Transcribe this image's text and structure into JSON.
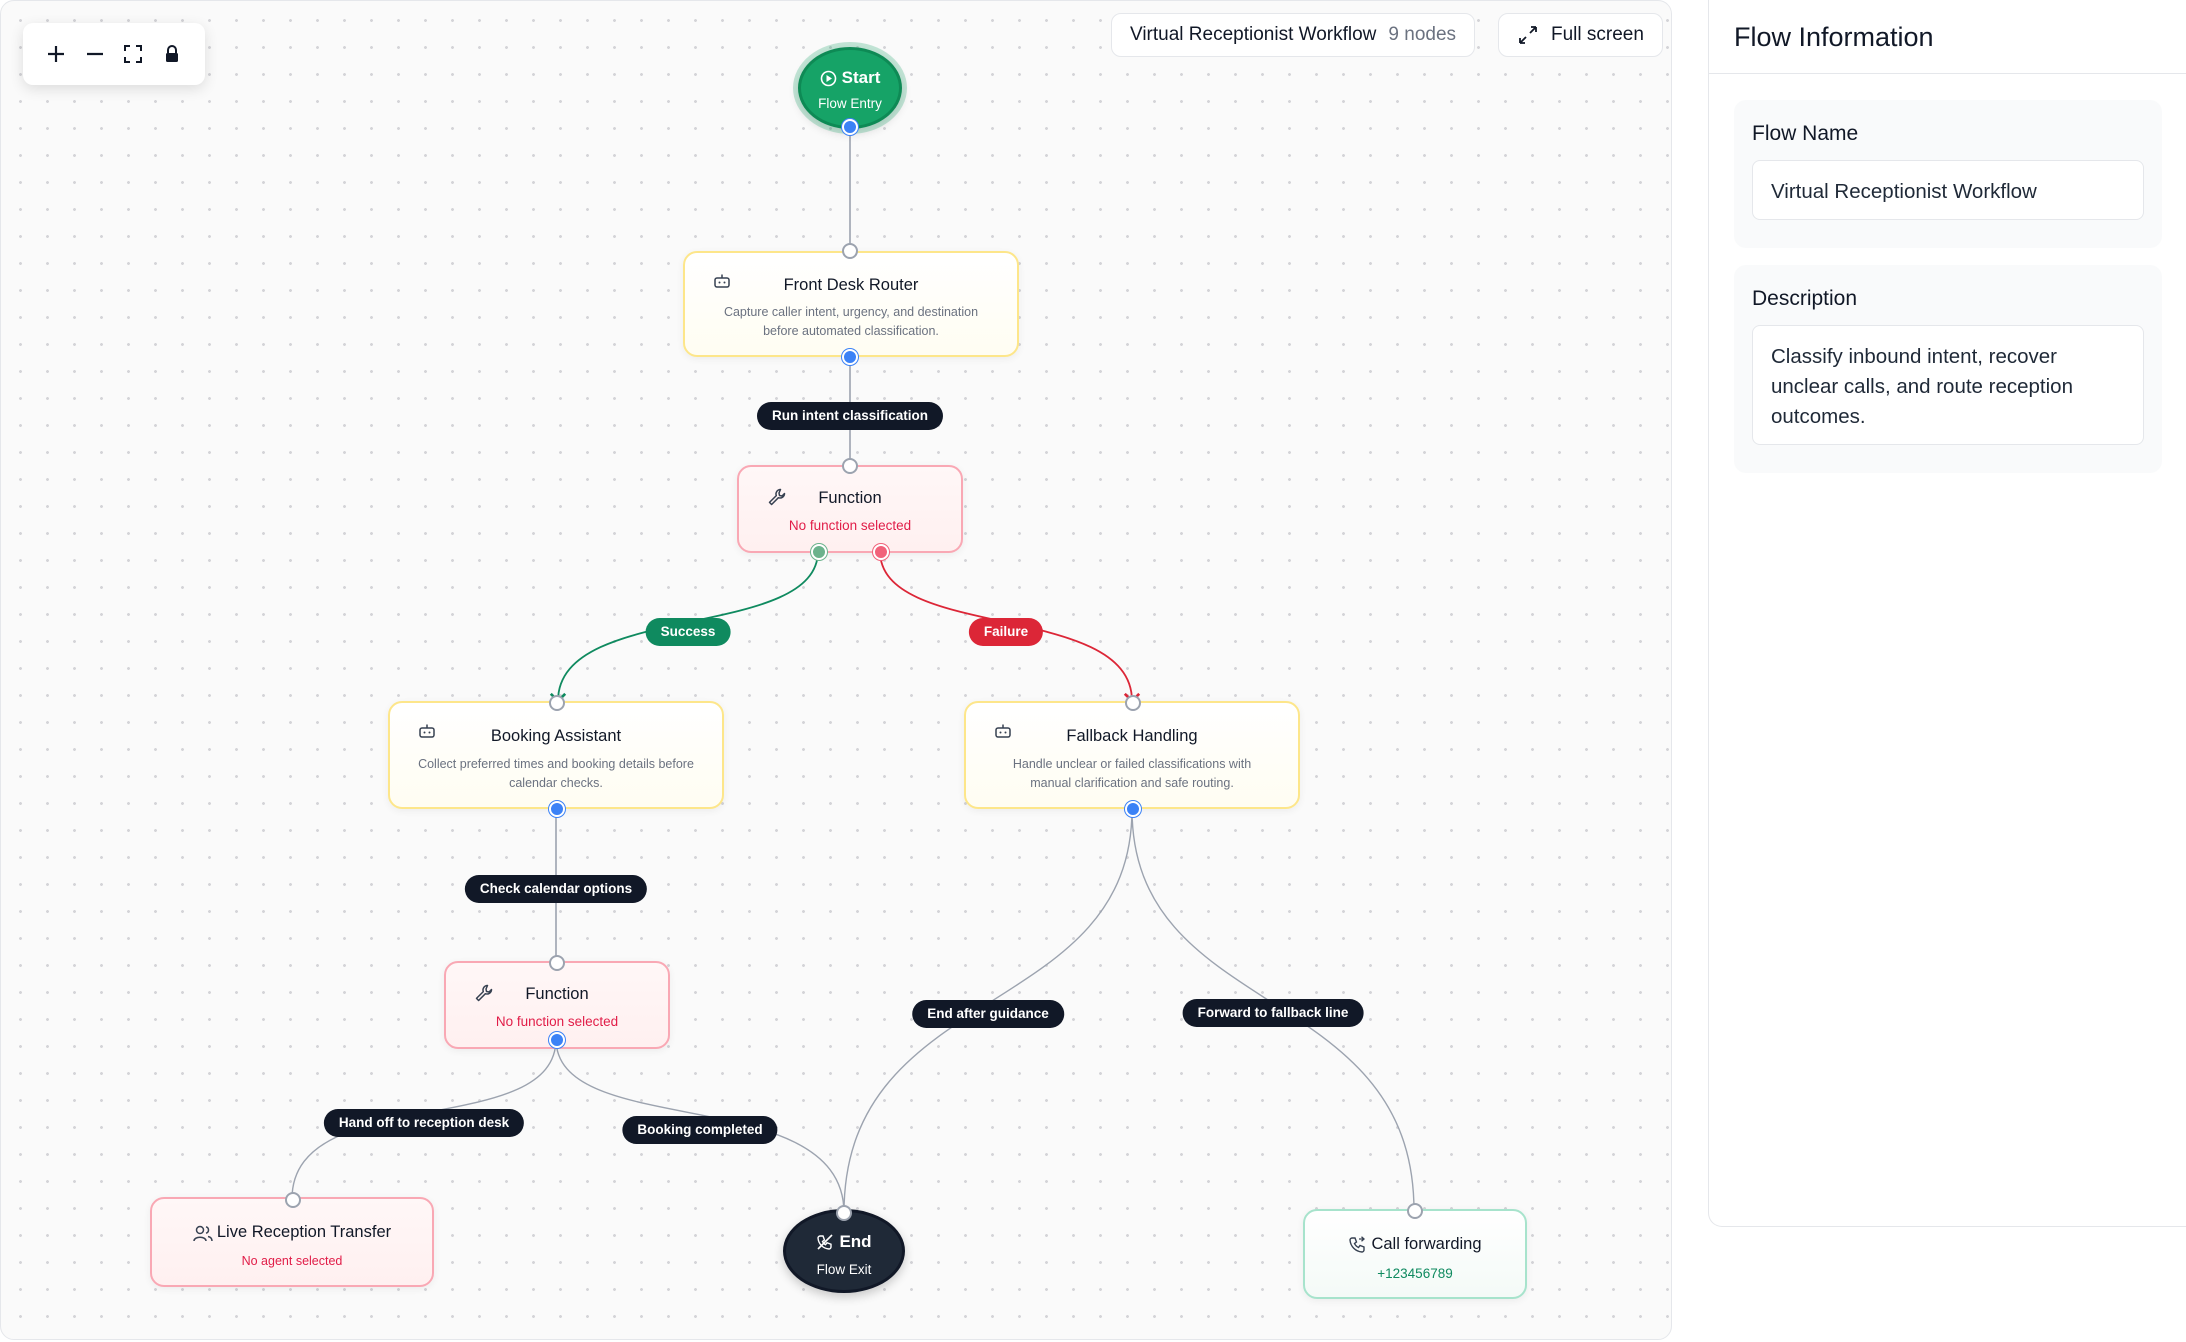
{
  "toolbar": {
    "zoom_in": "+",
    "zoom_out": "—",
    "fit": "fit-view-icon",
    "lock": "lock-icon"
  },
  "header": {
    "workflow_name": "Virtual Receptionist Workflow",
    "node_count": "9 nodes",
    "fullscreen_label": "Full screen"
  },
  "nodes": {
    "start": {
      "title": "Start",
      "subtitle": "Flow Entry"
    },
    "front_desk": {
      "title": "Front Desk Router",
      "description": "Capture caller intent, urgency, and destination before automated classification."
    },
    "function1": {
      "title": "Function",
      "subtitle": "No function selected"
    },
    "booking": {
      "title": "Booking Assistant",
      "description": "Collect preferred times and booking details before calendar checks."
    },
    "fallback": {
      "title": "Fallback Handling",
      "description": "Handle unclear or failed classifications with manual clarification and safe routing."
    },
    "function2": {
      "title": "Function",
      "subtitle": "No function selected"
    },
    "live_transfer": {
      "title": "Live Reception Transfer",
      "subtitle": "No agent selected"
    },
    "end": {
      "title": "End",
      "subtitle": "Flow Exit"
    },
    "call_forward": {
      "title": "Call forwarding",
      "subtitle": "+123456789"
    }
  },
  "edges": {
    "run_intent": "Run intent classification",
    "success": "Success",
    "failure": "Failure",
    "check_calendar": "Check calendar options",
    "handoff": "Hand off to reception desk",
    "booking_completed": "Booking completed",
    "end_after_guidance": "End after guidance",
    "forward_fallback": "Forward to fallback line"
  },
  "panel": {
    "title": "Flow Information",
    "flow_name_label": "Flow Name",
    "flow_name_value": "Virtual Receptionist Workflow",
    "description_label": "Description",
    "description_value": "Classify inbound intent, recover unclear calls, and route reception outcomes."
  },
  "colors": {
    "success": "#0f8a5f",
    "failure": "#dc2637",
    "handle_out": "#3b82f6",
    "start": "#16a367",
    "end": "#1f2937"
  }
}
